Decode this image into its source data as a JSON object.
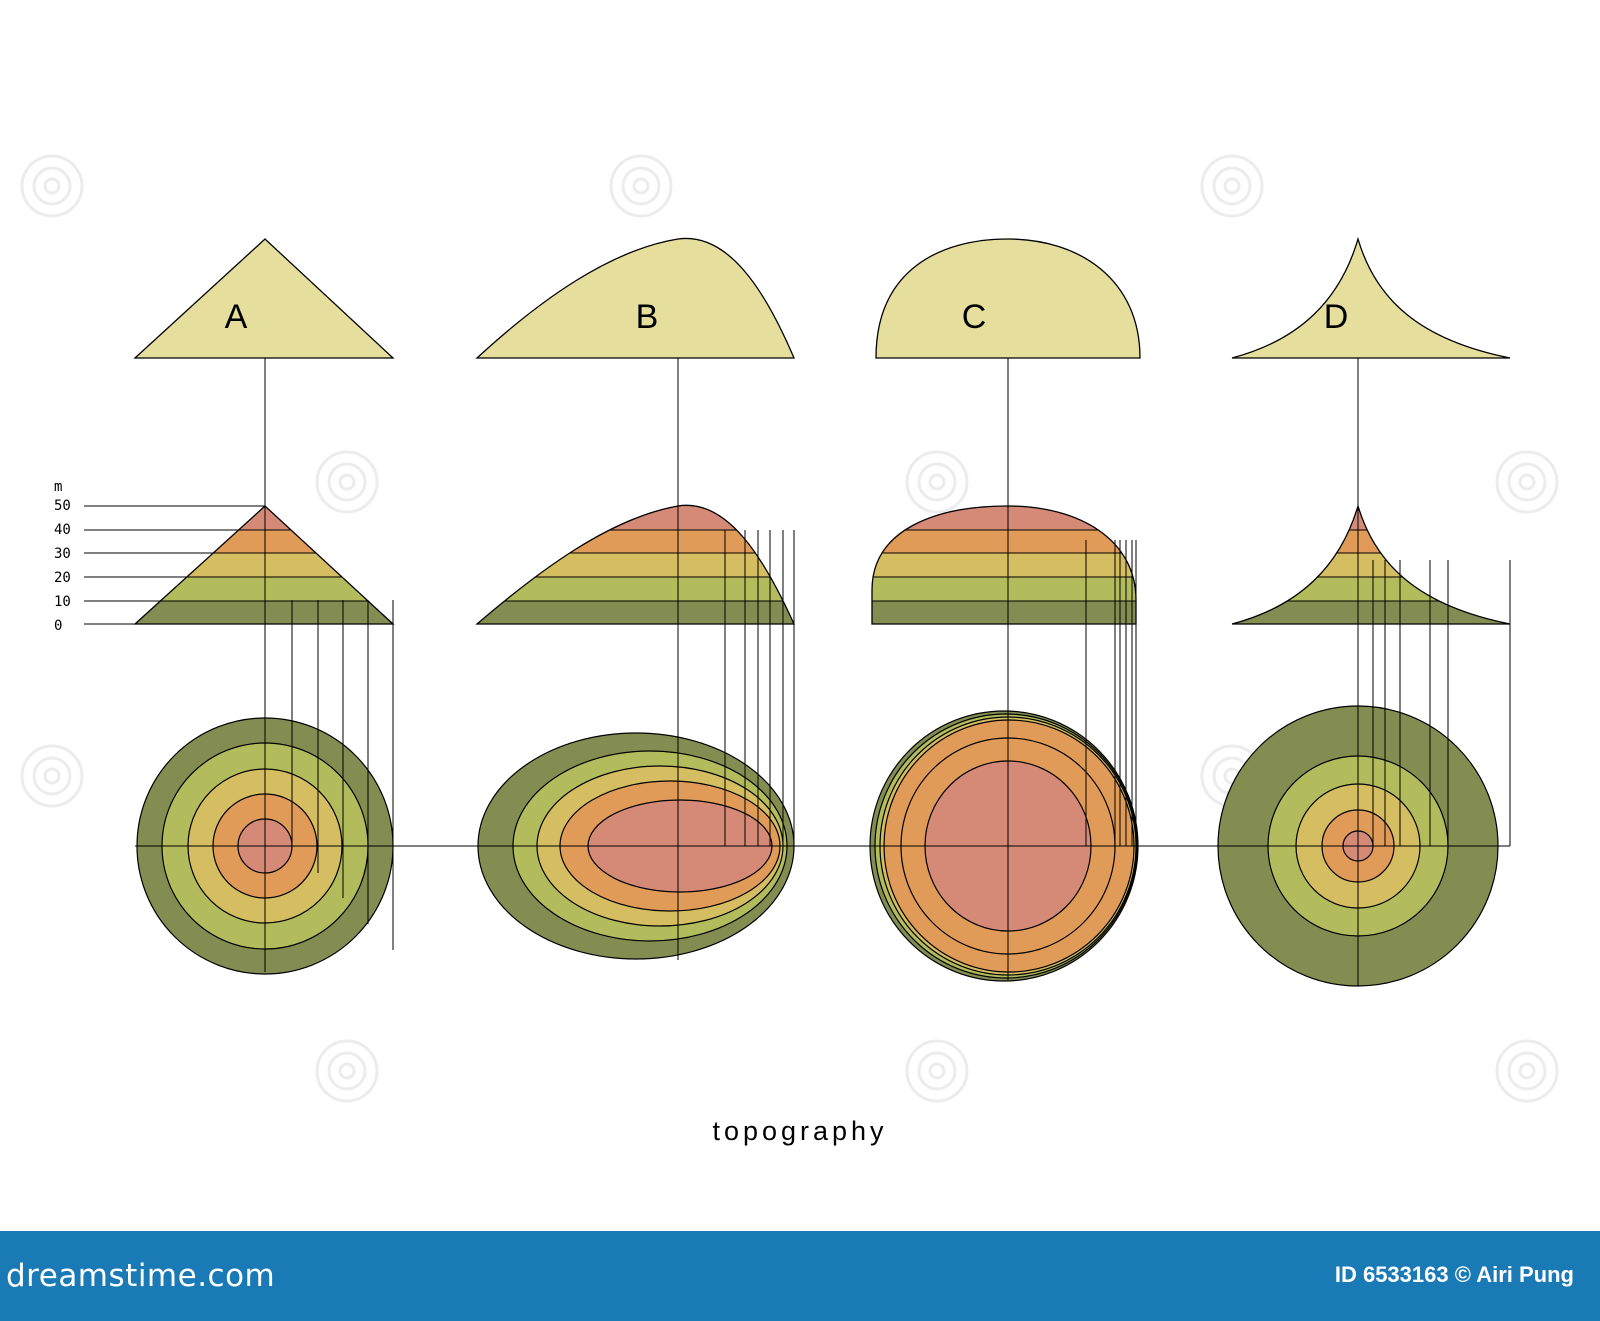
{
  "diagram": {
    "title": "topography",
    "colors": {
      "profile_fill": "#e6de9c",
      "band_0_10": "#838d52",
      "band_10_20": "#b3bc5d",
      "band_20_30": "#d5bd62",
      "band_30_40": "#e09b58",
      "band_40_50": "#d58a78",
      "line": "#000000"
    },
    "scale": {
      "unit": "m",
      "levels": [
        "50",
        "40",
        "30",
        "20",
        "10",
        "0"
      ]
    },
    "landforms": [
      {
        "letter": "A",
        "profile": "triangular (straight sides)"
      },
      {
        "letter": "B",
        "profile": "asymmetric (gentle left, steep right)"
      },
      {
        "letter": "C",
        "profile": "dome (semicircle)"
      },
      {
        "letter": "D",
        "profile": "concave (peaked)"
      }
    ]
  },
  "footer": {
    "logo": "dreamstime.com",
    "credit": "ID 6533163 © Airi Pung"
  }
}
